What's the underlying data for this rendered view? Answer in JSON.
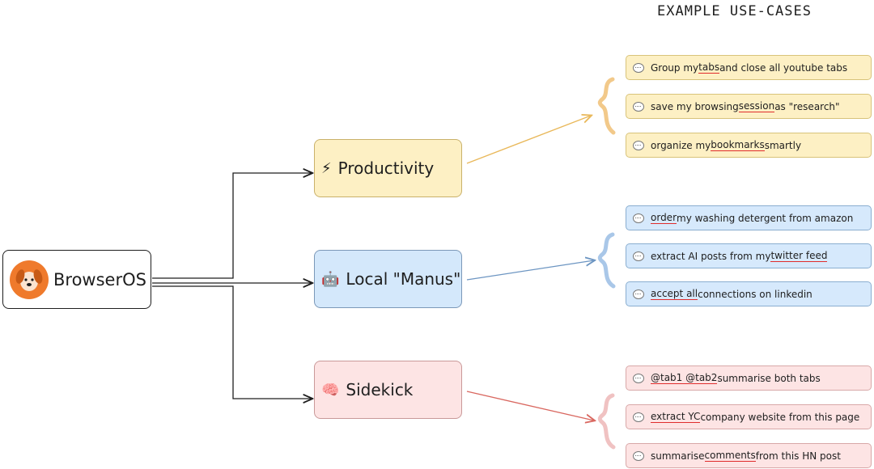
{
  "title": "EXAMPLE USE-CASES",
  "root": {
    "label": "BrowserOS",
    "logo_icon": "dog-logo-icon"
  },
  "categories": [
    {
      "label": "Productivity",
      "icon": "⚡",
      "color": "#fdf0c4"
    },
    {
      "label": "Local \"Manus\"",
      "icon": "🤖",
      "color": "#d4e8fb"
    },
    {
      "label": "Sidekick",
      "icon": "🧠",
      "color": "#fde4e4"
    }
  ],
  "use_cases": [
    {
      "segments": [
        "Group my ",
        "tabs",
        " and close all youtube tabs"
      ]
    },
    {
      "segments": [
        "save my browsing ",
        "session",
        " as \"research\""
      ]
    },
    {
      "segments": [
        "organize my ",
        "bookmarks",
        " smartly"
      ]
    },
    {
      "segments": [
        "",
        "order",
        " my washing detergent from amazon"
      ]
    },
    {
      "segments": [
        "extract AI posts from my ",
        "twitter feed",
        ""
      ]
    },
    {
      "segments": [
        "",
        "accept all",
        " connections on linkedin"
      ]
    },
    {
      "segments": [
        "",
        "@tab1 @tab2",
        " summarise both tabs"
      ]
    },
    {
      "segments": [
        "",
        "extract YC",
        " company website from this page"
      ]
    },
    {
      "segments": [
        "summarise ",
        "comments",
        " from this HN post"
      ]
    }
  ],
  "colors": {
    "productivity_arrow": "#e9b85a",
    "manus_arrow": "#6c95c2",
    "sidekick_arrow": "#d9675f",
    "keyword_underline": "#e02d2d"
  }
}
